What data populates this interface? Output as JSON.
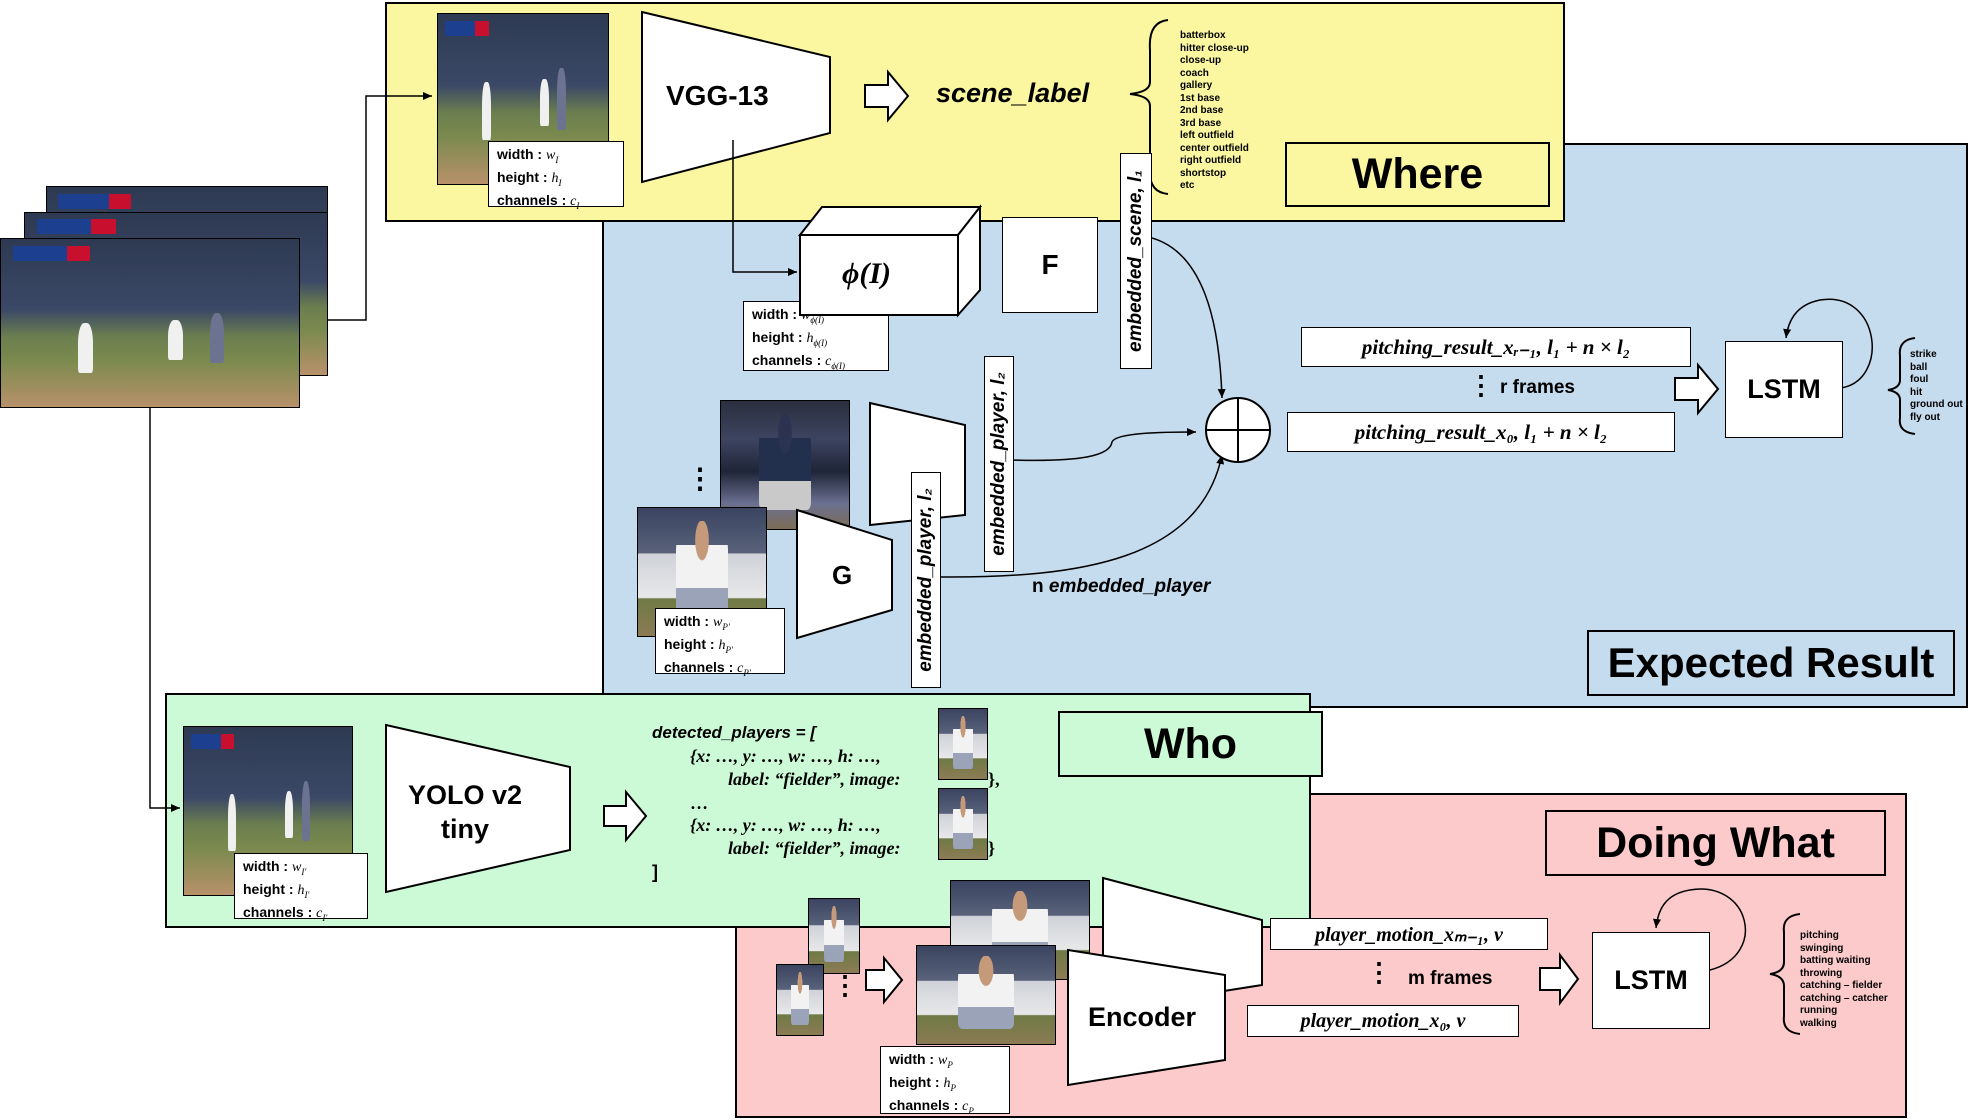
{
  "panels": {
    "where": "Where",
    "expected": "Expected Result",
    "who": "Who",
    "doing": "Doing What"
  },
  "colors": {
    "where_bg": "#FAF7A0",
    "expected_bg": "#C5DBEE",
    "who_bg": "#CCFAD6",
    "doing_bg": "#FCCACA",
    "title_fill_where": "#FAF7A0",
    "title_fill_expected": "#C5DBEE"
  },
  "nets": {
    "vgg": "VGG-13",
    "f": "F",
    "g": "G",
    "yolo": "YOLO v2\ntiny",
    "encoder": "Encoder",
    "lstm_top": "LSTM",
    "lstm_bottom": "LSTM"
  },
  "labels": {
    "scene_label": "scene_label",
    "phi": "ϕ(I)",
    "embedded_scene": "embedded_scene, l₁",
    "embedded_player_a": "embedded_player, l₂",
    "embedded_player_b": "embedded_player, l₂",
    "n_prefix": "n",
    "n_embedded_player": "embedded_player",
    "r_frames": "r frames",
    "m_frames": "m frames",
    "vdots": "⋮",
    "pitching_top": "pitching_result_xᵣ₋₁, l₁ + n × l₂",
    "pitching_bottom": "pitching_result_x₀, l₁ + n × l₂",
    "motion_top": "player_motion_xₘ₋₁, v",
    "motion_bottom": "player_motion_x₀, v"
  },
  "dims": {
    "frame": {
      "w": "width : ",
      "wv": "w",
      "ws": "I",
      "h": "height : ",
      "hv": "h",
      "hs": "I",
      "c": "channels : ",
      "cv": "c",
      "cs": "I"
    },
    "phi": {
      "w": "width : ",
      "wv": "w",
      "ws": "ϕ(I)",
      "h": "height : ",
      "hv": "h",
      "hs": "ϕ(I)",
      "c": "channels : ",
      "cv": "c",
      "cs": "ϕ(I)"
    },
    "player": {
      "w": "width : ",
      "wv": "w",
      "ws": "P'",
      "h": "height : ",
      "hv": "h",
      "hs": "P'",
      "c": "channels : ",
      "cv": "c",
      "cs": "P'"
    },
    "who_frame": {
      "w": "width : ",
      "wv": "w",
      "ws": "I'",
      "h": "height : ",
      "hv": "h",
      "hs": "I'",
      "c": "channels : ",
      "cv": "c",
      "cs": "I'"
    },
    "motion": {
      "w": "width : ",
      "wv": "w",
      "ws": "P",
      "h": "height : ",
      "hv": "h",
      "hs": "P",
      "c": "channels : ",
      "cv": "c",
      "cs": "P"
    }
  },
  "scene_list": [
    "batterbox",
    "hitter close-up",
    "close-up",
    "coach",
    "gallery",
    "1st base",
    "2nd base",
    "3rd base",
    "left outfield",
    "center outfield",
    "right outfield",
    "shortstop",
    "etc"
  ],
  "result_list": [
    "strike",
    "ball",
    "foul",
    "hit",
    "ground out",
    "fly out"
  ],
  "motion_list": [
    "pitching",
    "swinging",
    "batting waiting",
    "throwing",
    "catching – fielder",
    "catching – catcher",
    "running",
    "walking"
  ],
  "detected": {
    "open": "detected_players = [",
    "line1": "{x: …, y: …, w: …, h: …,",
    "line2": "label: “fielder”, image:",
    "line2_end": "},",
    "ellipsis": "…",
    "line3": "{x: …, y: …, w: …, h: …,",
    "line4": "label: “fielder”, image:",
    "line4_end": "}",
    "close": "]"
  }
}
